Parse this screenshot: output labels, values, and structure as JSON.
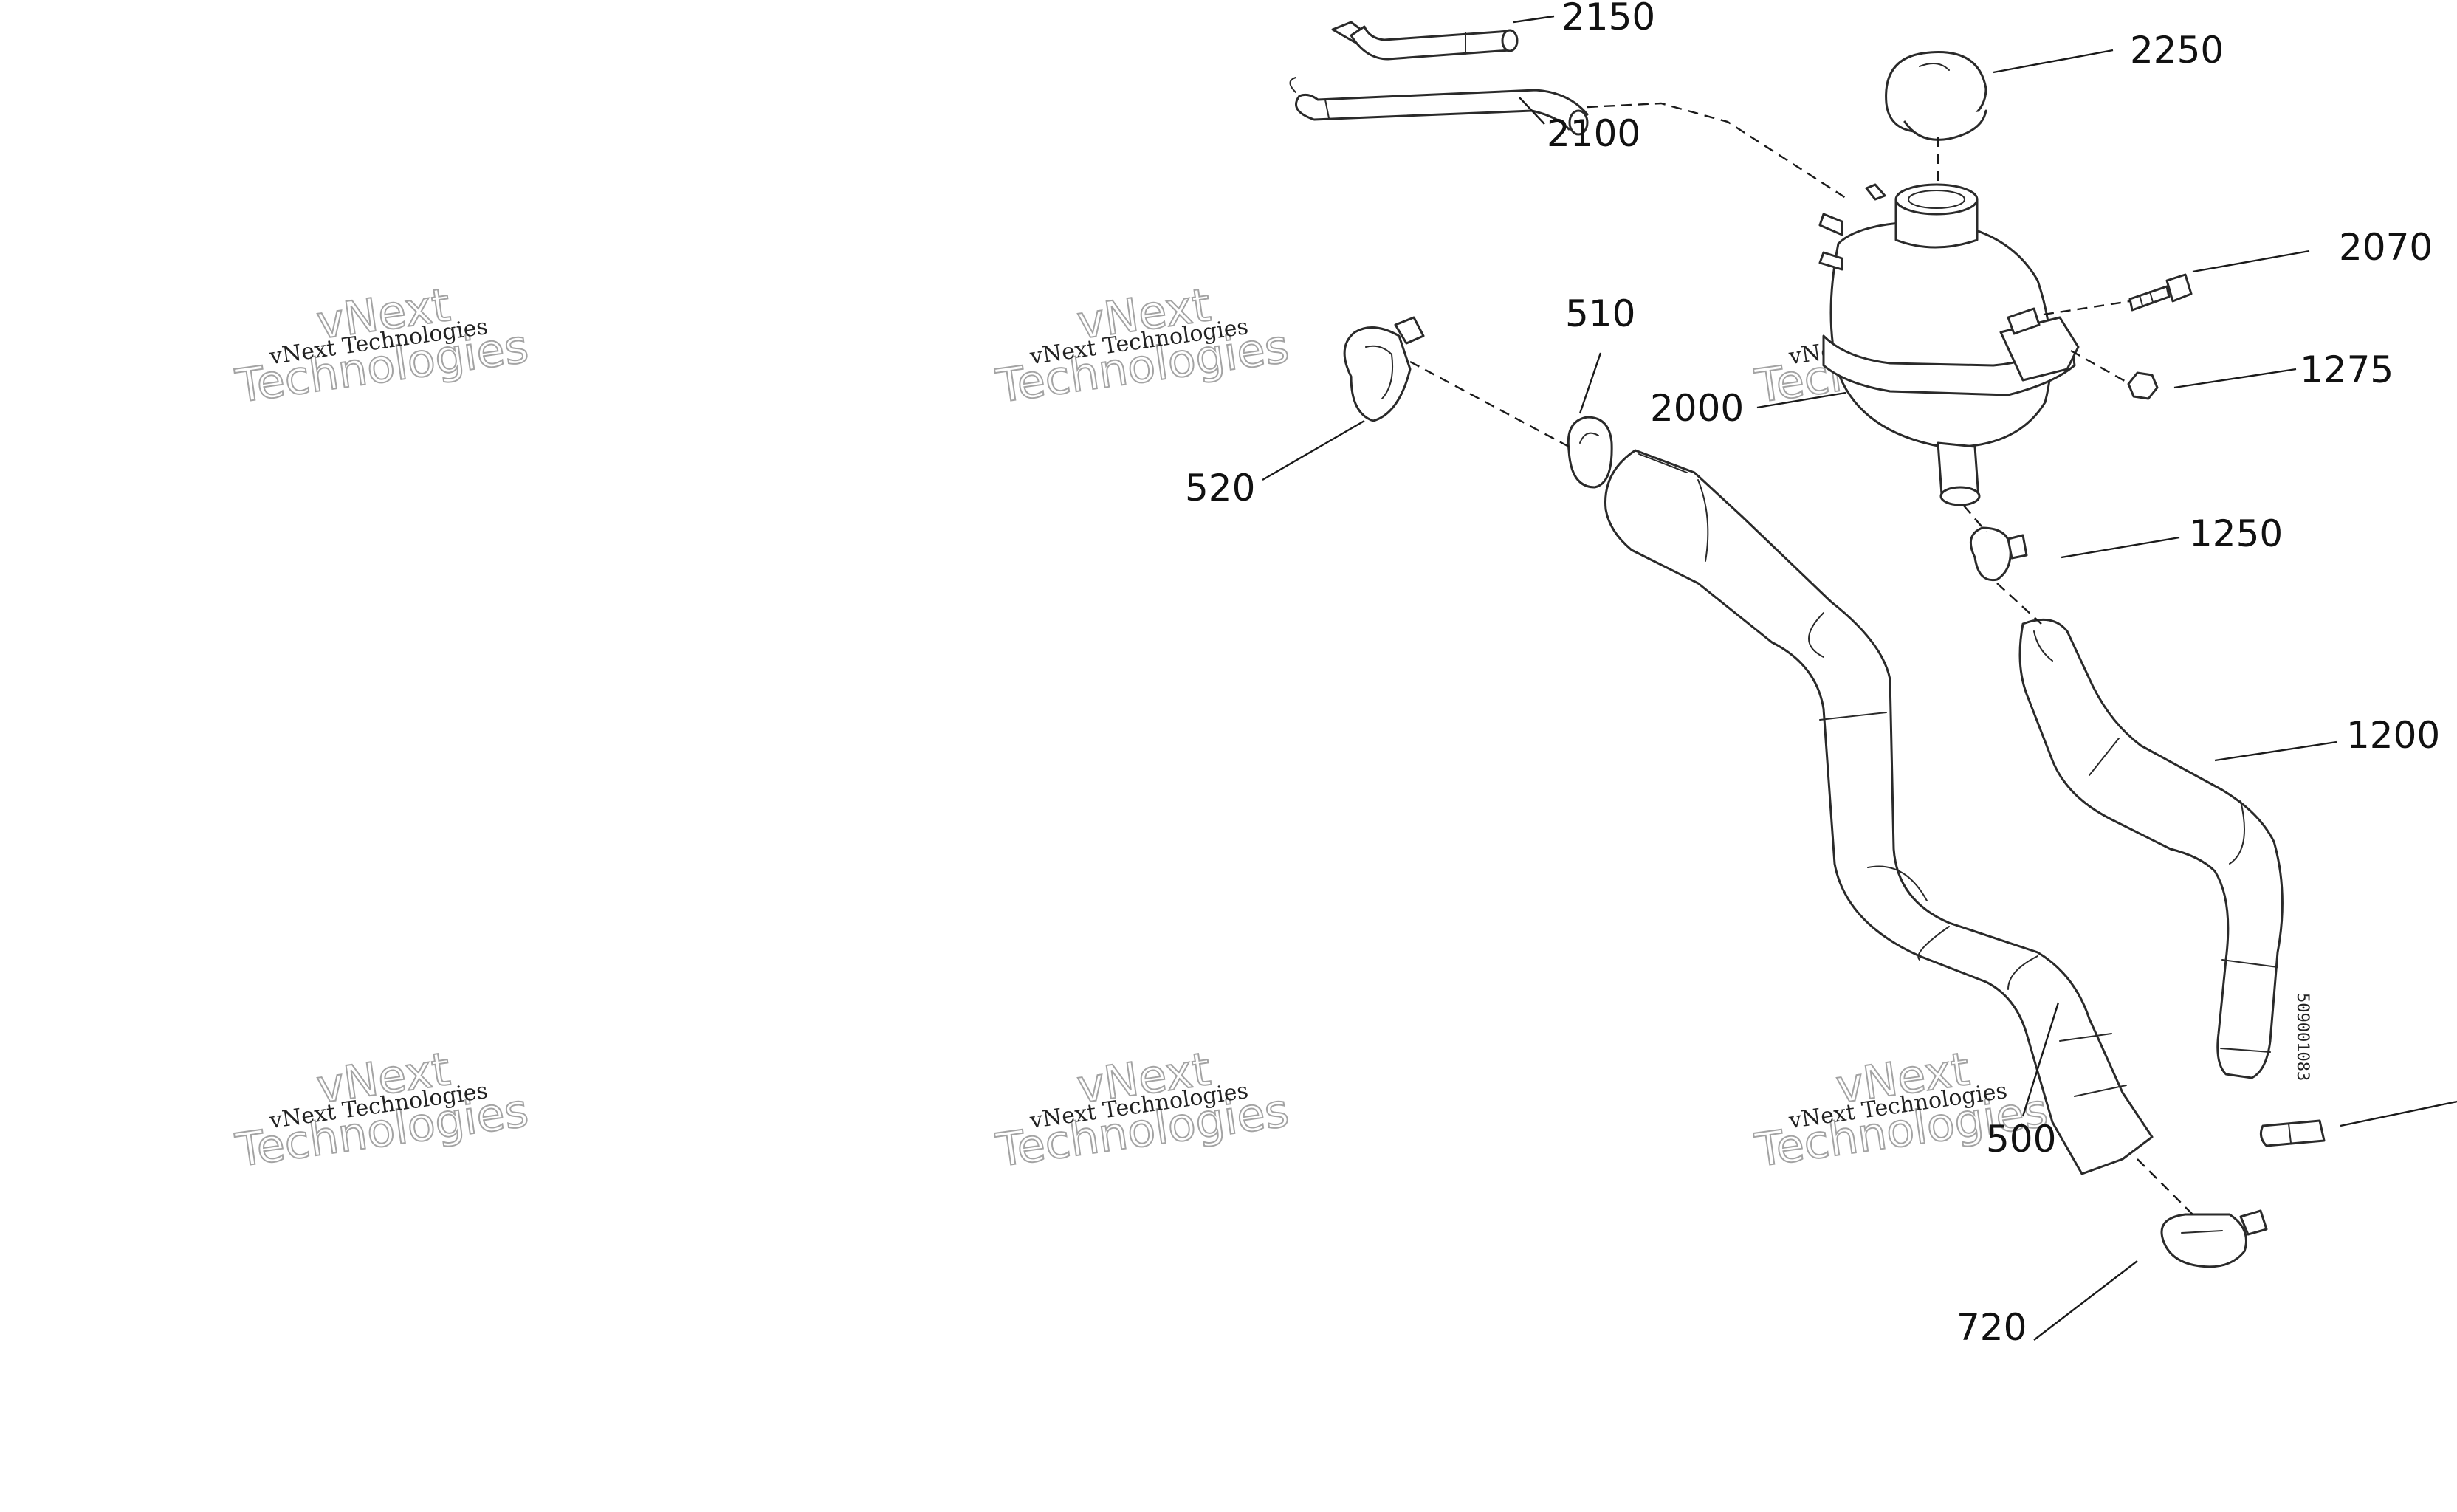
{
  "diagram": {
    "callouts": [
      {
        "id": "2150",
        "label": "2150"
      },
      {
        "id": "2250",
        "label": "2250"
      },
      {
        "id": "2100",
        "label": "2100"
      },
      {
        "id": "2070",
        "label": "2070"
      },
      {
        "id": "510",
        "label": "510"
      },
      {
        "id": "1275",
        "label": "1275"
      },
      {
        "id": "2000",
        "label": "2000"
      },
      {
        "id": "520",
        "label": "520"
      },
      {
        "id": "1250",
        "label": "1250"
      },
      {
        "id": "1200",
        "label": "1200"
      },
      {
        "id": "500",
        "label": "500"
      },
      {
        "id": "720",
        "label": "720"
      }
    ],
    "hose_marking": "509001083",
    "watermark": {
      "small": "vNext Technologies",
      "big_line1": "vNext",
      "big_line2": "Technologies"
    }
  }
}
